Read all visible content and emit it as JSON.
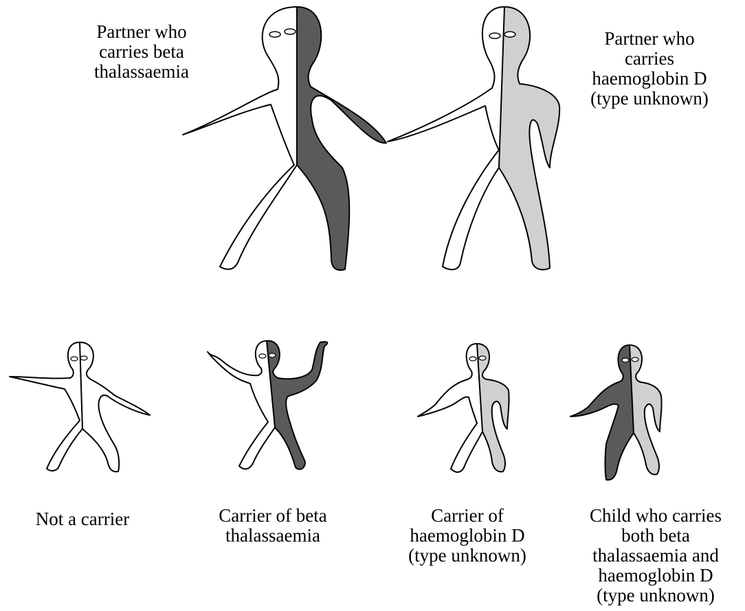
{
  "colors": {
    "beta": "#5a5a5a",
    "hbd": "#d0d0d0",
    "none": "#ffffff",
    "outline": "#000000"
  },
  "parents": {
    "left": {
      "lines": [
        "Partner who",
        "carries beta",
        "thalassaemia"
      ],
      "left_half": "none",
      "right_half": "beta"
    },
    "right": {
      "lines": [
        "Partner who",
        "carries",
        "haemoglobin D",
        "(type unknown)"
      ],
      "left_half": "none",
      "right_half": "hbd"
    }
  },
  "children": [
    {
      "lines": [
        "Not a carrier"
      ],
      "left_half": "none",
      "right_half": "none"
    },
    {
      "lines": [
        "Carrier of beta",
        "thalassaemia"
      ],
      "left_half": "none",
      "right_half": "beta"
    },
    {
      "lines": [
        "Carrier of",
        "haemoglobin D",
        "(type unknown)"
      ],
      "left_half": "none",
      "right_half": "hbd"
    },
    {
      "lines": [
        "Child who carries",
        "both beta",
        "thalassaemia and",
        "haemoglobin D",
        "(type unknown)"
      ],
      "left_half": "beta",
      "right_half": "hbd"
    }
  ]
}
